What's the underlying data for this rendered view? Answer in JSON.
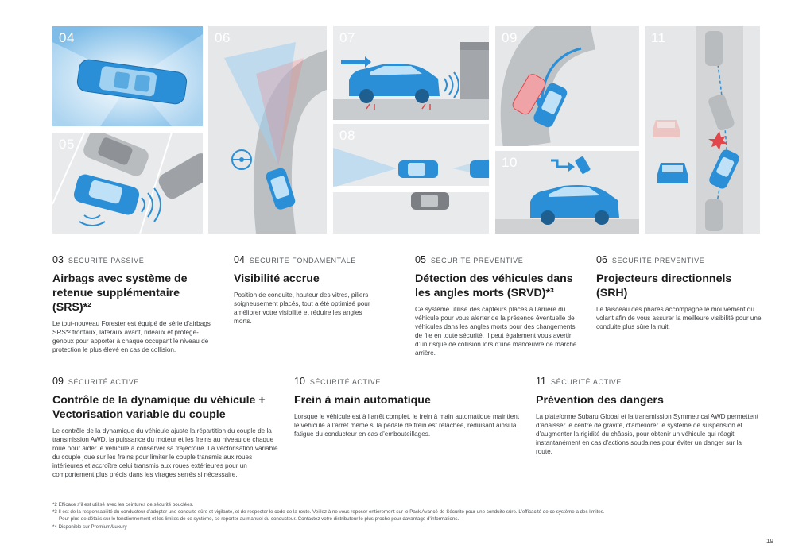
{
  "panels": [
    {
      "id": "04",
      "number": "04"
    },
    {
      "id": "05",
      "number": "05"
    },
    {
      "id": "06",
      "number": "06"
    },
    {
      "id": "07",
      "number": "07"
    },
    {
      "id": "08",
      "number": "08"
    },
    {
      "id": "09",
      "number": "09"
    },
    {
      "id": "10",
      "number": "10"
    },
    {
      "id": "11",
      "number": "11"
    }
  ],
  "colors": {
    "car_blue": "#2a8fd6",
    "sensor_blue": "#9fd0f0",
    "panel_grey": "#e6e7e9",
    "road_grey": "#cfd1d3",
    "danger_red": "#e2464b"
  },
  "sections": [
    {
      "number": "03",
      "category": "SÉCURITÉ PASSIVE",
      "title": "Airbags avec système de retenue supplémentaire (SRS)*²",
      "body": "Le tout-nouveau Forester est équipé de série d’airbags SRS*² frontaux, latéraux avant, rideaux et protège-genoux pour apporter à chaque occupant le niveau de protection le plus élevé en cas de collision."
    },
    {
      "number": "04",
      "category": "SÉCURITÉ FONDAMENTALE",
      "title": "Visibilité accrue",
      "body": "Position de conduite, hauteur des vitres, piliers soigneusement placés, tout a été optimisé pour améliorer votre visibilité et réduire les angles morts."
    },
    {
      "number": "05",
      "category": "SÉCURITÉ PRÉVENTIVE",
      "title": "Détection des véhicules dans les angles morts (SRVD)*³",
      "body": "Ce système utilise des capteurs placés à l’arrière du véhicule pour vous alerter de la présence éventuelle de véhicules dans les angles morts pour des changements de file en toute sécurité. Il peut également vous avertir d’un risque de collision lors d’une manœuvre de marche arrière."
    },
    {
      "number": "06",
      "category": "SÉCURITÉ PRÉVENTIVE",
      "title": "Projecteurs directionnels (SRH)",
      "body": "Le faisceau des phares accompagne le mouvement du volant afin de vous assurer la meilleure visibilité pour une conduite plus sûre la nuit."
    },
    {
      "number": "09",
      "category": "SÉCURITÉ ACTIVE",
      "title": "Contrôle de la dynamique du véhicule + Vectorisation variable du couple",
      "body": "Le contrôle de la dynamique du véhicule ajuste la répartition du couple de la transmission AWD, la puissance du moteur et les freins au niveau de chaque roue pour aider le véhicule à conserver sa trajectoire. La vectorisation variable du couple joue sur les freins pour limiter le couple transmis aux roues intérieures et accroître celui transmis aux roues extérieures pour un comportement plus précis dans les virages serrés si nécessaire."
    },
    {
      "number": "10",
      "category": "SÉCURITÉ ACTIVE",
      "title": "Frein à main automatique",
      "body": "Lorsque le véhicule est à l’arrêt complet, le frein à main automatique maintient le véhicule à l’arrêt même si la pédale de frein est relâchée, réduisant ainsi la fatigue du conducteur en cas d’embouteillages."
    },
    {
      "number": "11",
      "category": "SÉCURITÉ ACTIVE",
      "title": "Prévention des dangers",
      "body": "La plateforme Subaru Global et la transmission Symmetrical AWD permettent d’abaisser le centre de gravité, d’améliorer le système de suspension et d’augmenter la rigidité du châssis, pour obtenir un véhicule qui réagit instantanément en cas d’actions soudaines pour éviter un danger sur la route."
    }
  ],
  "footnotes": [
    "*2 Efficace s’il est utilisé avec les ceintures de sécurité bouclées.",
    "*3 Il est de la responsabilité du conducteur d’adopter une conduite sûre et vigilante, et de respecter le code de la route. Veillez à ne vous reposer entièrement sur le Pack Avancé de Sécurité pour une conduite sûre. L’efficacité de ce système a des limites.",
    "Pour plus de détails sur le fonctionnement et les limites de ce système, se reporter au manuel du conducteur. Contactez votre distributeur le plus proche pour davantage d’informations.",
    "*4 Disponible sur Premium/Luxury"
  ],
  "page_number": "19"
}
